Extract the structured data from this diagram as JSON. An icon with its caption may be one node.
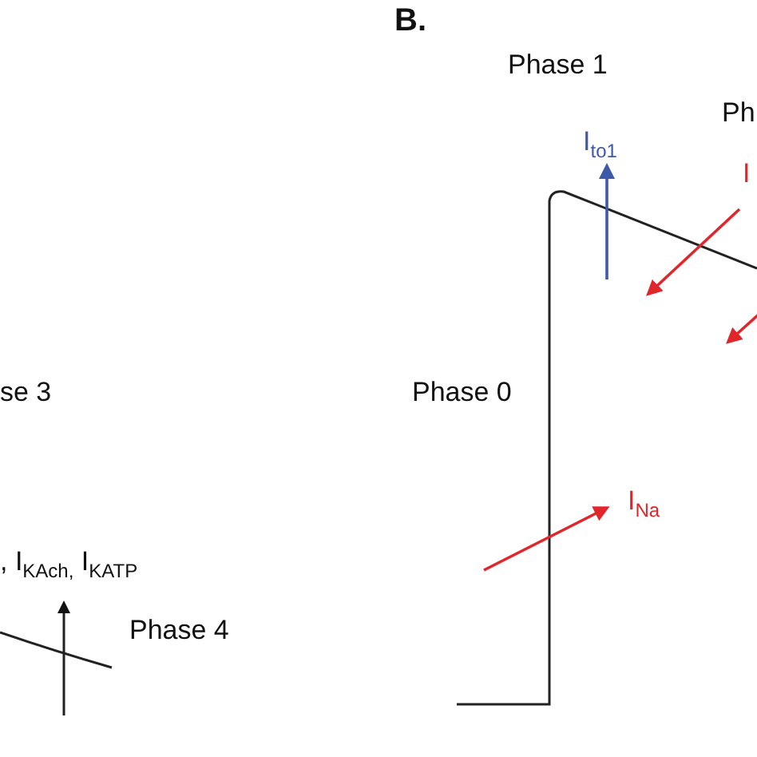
{
  "diagram": {
    "labels": [
      "se 3",
      ", I$_{KAch,}$ I$_{KATP}$",
      "Phase 4",
      "B.",
      "Phase 1",
      "I$_{to1}$",
      "Ph",
      "I",
      "Phase 0",
      "I$_{Na}$"
    ]
  }
}
